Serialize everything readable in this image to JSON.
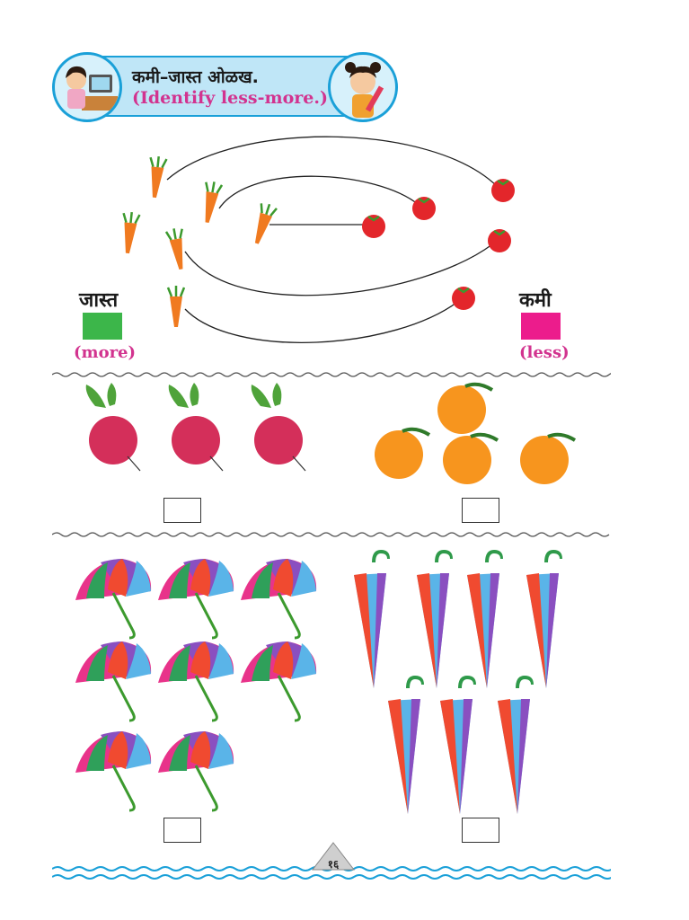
{
  "header": {
    "title_marathi": "कमी–जास्त ओळख.",
    "title_english": "(Identify less-more.)"
  },
  "legend": {
    "more_word": "जास्त",
    "more_label": "(more)",
    "more_color": "#3cb64a",
    "less_word": "कमी",
    "less_label": "(less)",
    "less_color": "#ec1c8c"
  },
  "example": {
    "carrots": 6,
    "tomatoes": 5
  },
  "question_1": {
    "radishes": 3,
    "oranges": 4
  },
  "question_2": {
    "open_umbrellas": 8,
    "closed_umbrellas": 7
  },
  "footer": {
    "page_number": "१६"
  }
}
